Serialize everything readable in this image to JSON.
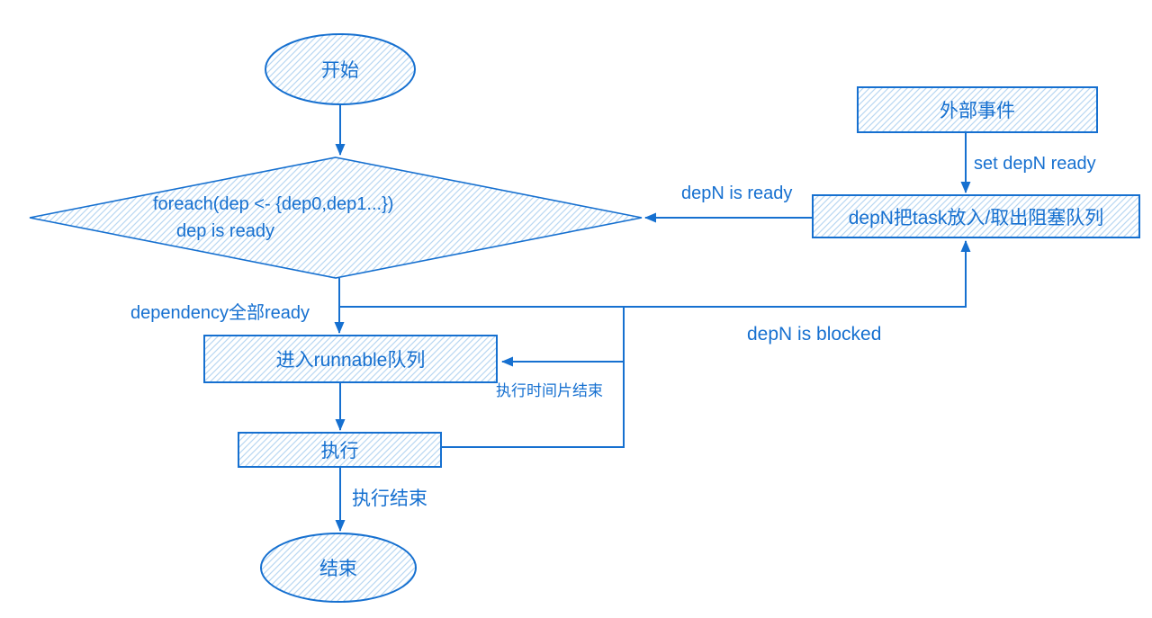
{
  "diagram": {
    "colors": {
      "stroke": "#1670d0",
      "text": "#1670d0",
      "hatch": "#b9d8f2",
      "background": "#ffffff"
    },
    "nodes": {
      "start": {
        "label": "开始",
        "type": "ellipse"
      },
      "foreach": {
        "label_line1": "foreach(dep <- {dep0,dep1...})",
        "label_line2": "dep is ready",
        "type": "diamond"
      },
      "external_event": {
        "label": "外部事件",
        "type": "rect"
      },
      "blocking_queue": {
        "label": "depN把task放入/取出阻塞队列",
        "type": "rect"
      },
      "runnable_queue": {
        "label": "进入runnable队列",
        "type": "rect"
      },
      "execute": {
        "label": "执行",
        "type": "rect"
      },
      "end": {
        "label": "结束",
        "type": "ellipse"
      }
    },
    "edge_labels": {
      "set_depn_ready": "set depN ready",
      "depn_is_ready": "depN is ready",
      "dependency_all_ready": "dependency全部ready",
      "depn_is_blocked": "depN is blocked",
      "timeslice_end": "执行时间片结束",
      "execute_end": "执行结束"
    }
  }
}
